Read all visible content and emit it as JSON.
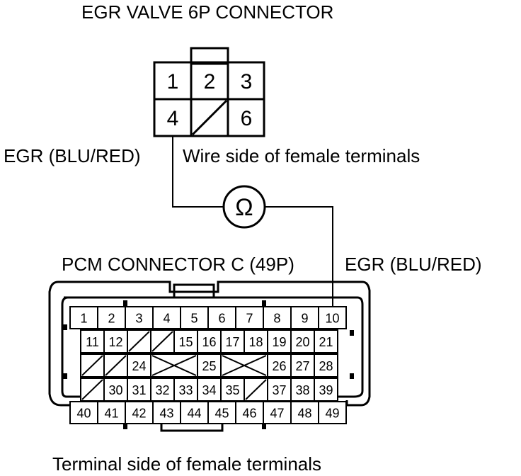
{
  "egr_valve_connector": {
    "title": "EGR VALVE 6P CONNECTOR",
    "pins": [
      {
        "label": "1",
        "row": 0,
        "col": 0
      },
      {
        "label": "2",
        "row": 0,
        "col": 1
      },
      {
        "label": "3",
        "row": 0,
        "col": 2
      },
      {
        "label": "4",
        "row": 1,
        "col": 0
      },
      {
        "label": "",
        "row": 1,
        "col": 1,
        "blank": true
      },
      {
        "label": "6",
        "row": 1,
        "col": 2
      }
    ],
    "side_label": "Wire side of female terminals",
    "wire_label": "EGR (BLU/RED)"
  },
  "meter": {
    "symbol": "Ω",
    "icon": "ohmmeter-icon"
  },
  "pcm_connector": {
    "title": "PCM CONNECTOR C (49P)",
    "wire_label": "EGR (BLU/RED)",
    "side_label": "Terminal side of female terminals",
    "rows": [
      [
        {
          "label": "1"
        },
        {
          "label": "2"
        },
        {
          "label": "3"
        },
        {
          "label": "4"
        },
        {
          "label": "5"
        },
        {
          "label": "6"
        },
        {
          "label": "7"
        },
        {
          "label": "8"
        },
        {
          "label": "9"
        },
        {
          "label": "10"
        }
      ],
      [
        {
          "label": "11"
        },
        {
          "label": "12"
        },
        {
          "label": "",
          "blank": "slash"
        },
        {
          "label": "",
          "blank": "slash"
        },
        {
          "label": "15"
        },
        {
          "label": "16"
        },
        {
          "label": "17"
        },
        {
          "label": "18"
        },
        {
          "label": "19"
        },
        {
          "label": "20"
        },
        {
          "label": "21"
        }
      ],
      [
        {
          "label": "",
          "blank": "slash"
        },
        {
          "label": "",
          "blank": "slash"
        },
        {
          "label": "24"
        },
        {
          "label": "",
          "blank": "x"
        },
        {
          "label": "25"
        },
        {
          "label": "",
          "blank": "x"
        },
        {
          "label": "26"
        },
        {
          "label": "27"
        },
        {
          "label": "28"
        }
      ],
      [
        {
          "label": "",
          "blank": "slash"
        },
        {
          "label": "30"
        },
        {
          "label": "31"
        },
        {
          "label": "32"
        },
        {
          "label": "33"
        },
        {
          "label": "34"
        },
        {
          "label": "35"
        },
        {
          "label": "",
          "blank": "slash"
        },
        {
          "label": "37"
        },
        {
          "label": "38"
        },
        {
          "label": "39"
        }
      ],
      [
        {
          "label": "40"
        },
        {
          "label": "41"
        },
        {
          "label": "42"
        },
        {
          "label": "43"
        },
        {
          "label": "44"
        },
        {
          "label": "45"
        },
        {
          "label": "46"
        },
        {
          "label": "47"
        },
        {
          "label": "48"
        },
        {
          "label": "49"
        }
      ]
    ]
  }
}
